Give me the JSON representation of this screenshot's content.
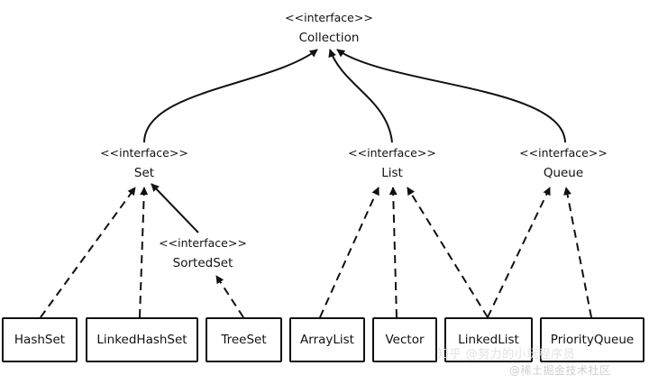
{
  "stereotype": "«interface»",
  "interfaces": {
    "collection": {
      "stereotype": "<<interface>>",
      "name": "Collection"
    },
    "set": {
      "stereotype": "<<interface>>",
      "name": "Set"
    },
    "list": {
      "stereotype": "<<interface>>",
      "name": "List"
    },
    "queue": {
      "stereotype": "<<interface>>",
      "name": "Queue"
    },
    "sortedset": {
      "stereotype": "<<interface>>",
      "name": "SortedSet"
    }
  },
  "classes": {
    "hashset": "HashSet",
    "linkedhashset": "LinkedHashSet",
    "treeset": "TreeSet",
    "arraylist": "ArrayList",
    "vector": "Vector",
    "linkedlist": "LinkedList",
    "priorityqueue": "PriorityQueue"
  },
  "watermark": {
    "line1": "知乎 @努力的小玩程序员",
    "line2": "@稀土掘金技术社区"
  },
  "colors": {
    "stroke": "#111111",
    "watermark": "#cfcfcf"
  }
}
